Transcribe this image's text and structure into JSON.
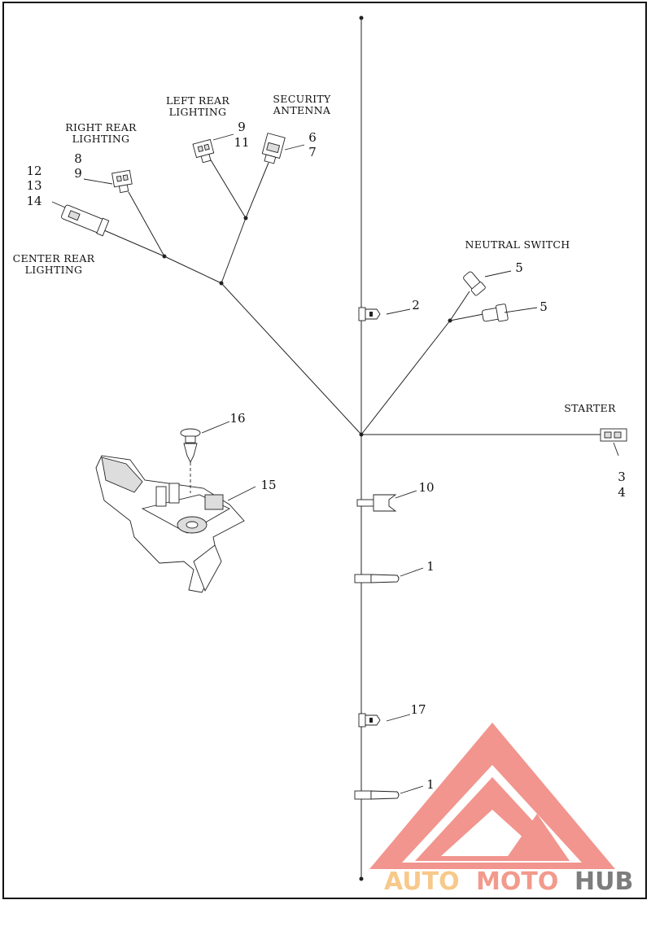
{
  "labels": {
    "left_rear_lighting": [
      "LEFT REAR",
      "LIGHTING"
    ],
    "security_antenna": [
      "SECURITY",
      "ANTENNA"
    ],
    "right_rear_lighting": [
      "RIGHT REAR",
      "LIGHTING"
    ],
    "center_rear_lighting": [
      "CENTER REAR",
      "LIGHTING"
    ],
    "neutral_switch": "NEUTRAL SWITCH",
    "starter": "STARTER"
  },
  "callouts": {
    "c1": "1",
    "c1b": "1",
    "c2": "2",
    "c3": "3",
    "c4": "4",
    "c5a": "5",
    "c5b": "5",
    "c6": "6",
    "c7": "7",
    "c8": "8",
    "c9a": "9",
    "c9b": "9",
    "c10": "10",
    "c11": "11",
    "c12": "12",
    "c13": "13",
    "c14": "14",
    "c15": "15",
    "c16": "16",
    "c17": "17"
  },
  "watermark": {
    "part1": "AUTO",
    "part2": "MOTO",
    "part3": "HUB",
    "colors": {
      "auto": "#f7c98a",
      "moto": "#f29a8c",
      "hub": "#7d7d7d",
      "logo": "#f08a82"
    }
  }
}
